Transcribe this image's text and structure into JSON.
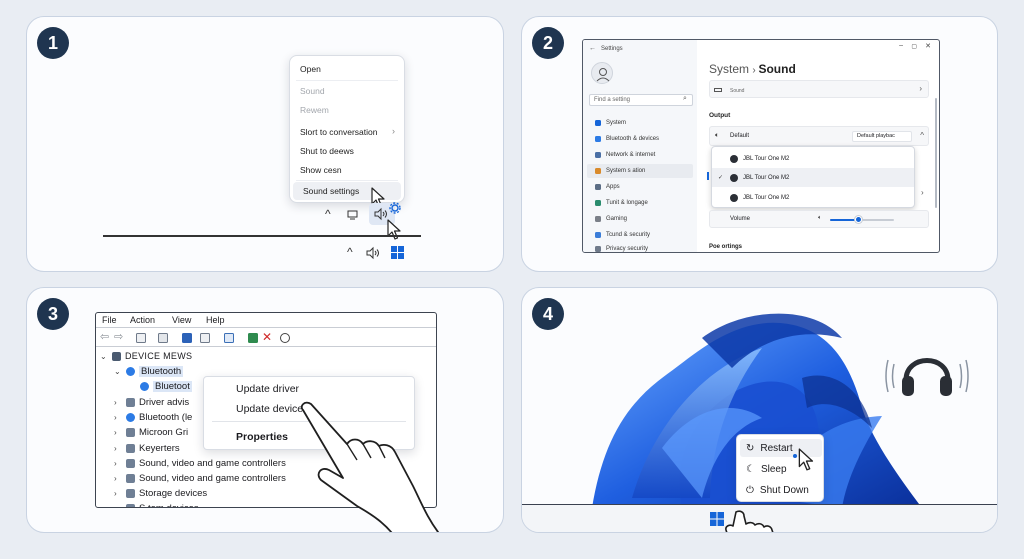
{
  "panel1": {
    "step": "1",
    "menu_items": [
      {
        "label": "Open",
        "dim": false
      },
      {
        "label": "Sound",
        "dim": true
      },
      {
        "label": "Rewem",
        "dim": true
      },
      {
        "label": "Slort to conversation",
        "dim": false,
        "arrow": true
      },
      {
        "label": "Shut to deews",
        "dim": false
      },
      {
        "label": "Show cesn",
        "dim": false
      },
      {
        "label": "Sound settings",
        "dim": false,
        "highlight": true
      }
    ]
  },
  "panel2": {
    "step": "2",
    "window_title": "Settings",
    "search_placeholder": "Find a setting",
    "breadcrumb_parent": "System",
    "breadcrumb_current": "Sound",
    "top_card_line1": "Sound",
    "sidebar": [
      "System",
      "Bluetooth & devices",
      "Network & internet",
      "System s ation",
      "Apps",
      "Tunit & longage",
      "Gaming",
      "Tcund & security",
      "Privacy security"
    ],
    "output_label": "Output",
    "output_device_label": "Default",
    "output_dropdown": "Default playbac",
    "devices": [
      "JBL Tour One M2",
      "JBL Tour One M2",
      "JBL Tour One M2"
    ],
    "volume_label": "Volume",
    "bottom_label": "Poe ortings"
  },
  "panel3": {
    "step": "3",
    "menubar": [
      "File",
      "Action",
      "View",
      "Help"
    ],
    "tree": [
      {
        "label": "DEVICE MEWS",
        "level": 0,
        "arrow": "⌄"
      },
      {
        "label": "Bluetooth",
        "level": 1,
        "arrow": "⌄",
        "selected": true
      },
      {
        "label": "Bluetoot",
        "level": 2,
        "arrow": "",
        "selected": true
      },
      {
        "label": "Driver advis",
        "level": 1,
        "arrow": "›"
      },
      {
        "label": "Bluetooth (le",
        "level": 1,
        "arrow": "›"
      },
      {
        "label": "Microon Gri",
        "level": 1,
        "arrow": "›"
      },
      {
        "label": "Keyerters",
        "level": 1,
        "arrow": "›"
      },
      {
        "label": "Sound, video and game controllers",
        "level": 1,
        "arrow": "›"
      },
      {
        "label": "Sound, video and game controllers",
        "level": 1,
        "arrow": "›"
      },
      {
        "label": "Storage devices",
        "level": 1,
        "arrow": "›"
      },
      {
        "label": "S  tem devices",
        "level": 1,
        "arrow": "›"
      }
    ],
    "context_menu": [
      "Update driver",
      "Update device",
      "Properties"
    ]
  },
  "panel4": {
    "step": "4",
    "power_menu": [
      "Restart",
      "Sleep",
      "Shut Down"
    ]
  },
  "colors": {
    "badge": "#1f3550",
    "accent": "#1565d8",
    "bloom": "#1a56d6",
    "border": "#c9d3e2"
  }
}
